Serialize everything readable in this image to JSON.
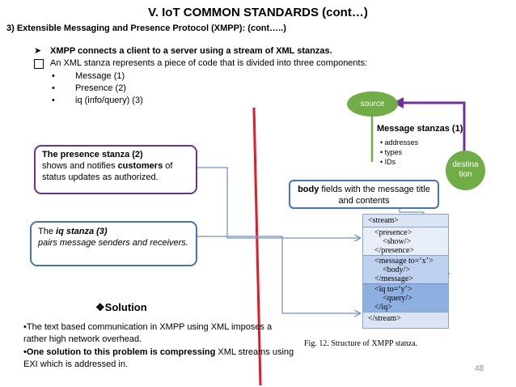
{
  "title": "V. IoT COMMON STANDARDS (cont…)",
  "subtitle": "3) Extensible Messaging and Presence Protocol (XMPP): (cont…..)",
  "arrow_bullet": "XMPP connects a client to a server using a stream of XML stanzas.",
  "square_bullet": "An XML stanza represents a piece of code that is divided into three components:",
  "components": [
    "Message (1)",
    "Presence (2)",
    "iq (info/query)  (3)"
  ],
  "presence_box": {
    "heading": "The presence stanza (2)",
    "line2_pre": " shows and notifies ",
    "line2_bold": "customers",
    "line2_post": " of",
    "line3": "status updates as authorized."
  },
  "iq_box": {
    "pre": "The ",
    "heading": "iq stanza (3)",
    "line2": "pairs message senders and receivers."
  },
  "source_label": "source",
  "destination_label_1": "destina",
  "destination_label_2": "tion",
  "message_stanzas": {
    "heading": "Message stanzas (1)",
    "items": [
      "addresses",
      "types",
      "IDs"
    ]
  },
  "body_box": {
    "bold": "body",
    "line1_rest": " fields with the message title",
    "line2": "and contents"
  },
  "xml_lines": {
    "stream_open": "<stream>",
    "presence_open": "<presence>",
    "show": "<show/>",
    "presence_close": "</presence>",
    "message_open": "<message to=‘x’>",
    "body": "<body/>",
    "message_close": "</message>",
    "iq_open": "<iq to=‘y’>",
    "query": "<query/>",
    "iq_close": "</iq>",
    "stream_close": "</stream>"
  },
  "figure_caption": "Fig. 12.   Structure of XMPP stanza.",
  "solution_heading": "Solution",
  "solution_line1": "•The text based communication in XMPP using XML imposes  a",
  "solution_line2": "rather high network overhead.",
  "solution_line3_bold": "•One solution to this problem is compressing",
  "solution_line3_rest": " XML streams using",
  "solution_line4": "EXI which is addressed in.",
  "page_number": "48",
  "colors": {
    "card_border": "#7030a0",
    "iq_border": "#4472c4",
    "source_fill": "#70ad47",
    "red_line": "#e31b23",
    "xml_light": "#dbe4f3",
    "xml_mid": "#bdd0ee",
    "xml_dark": "#8eb0e0"
  }
}
